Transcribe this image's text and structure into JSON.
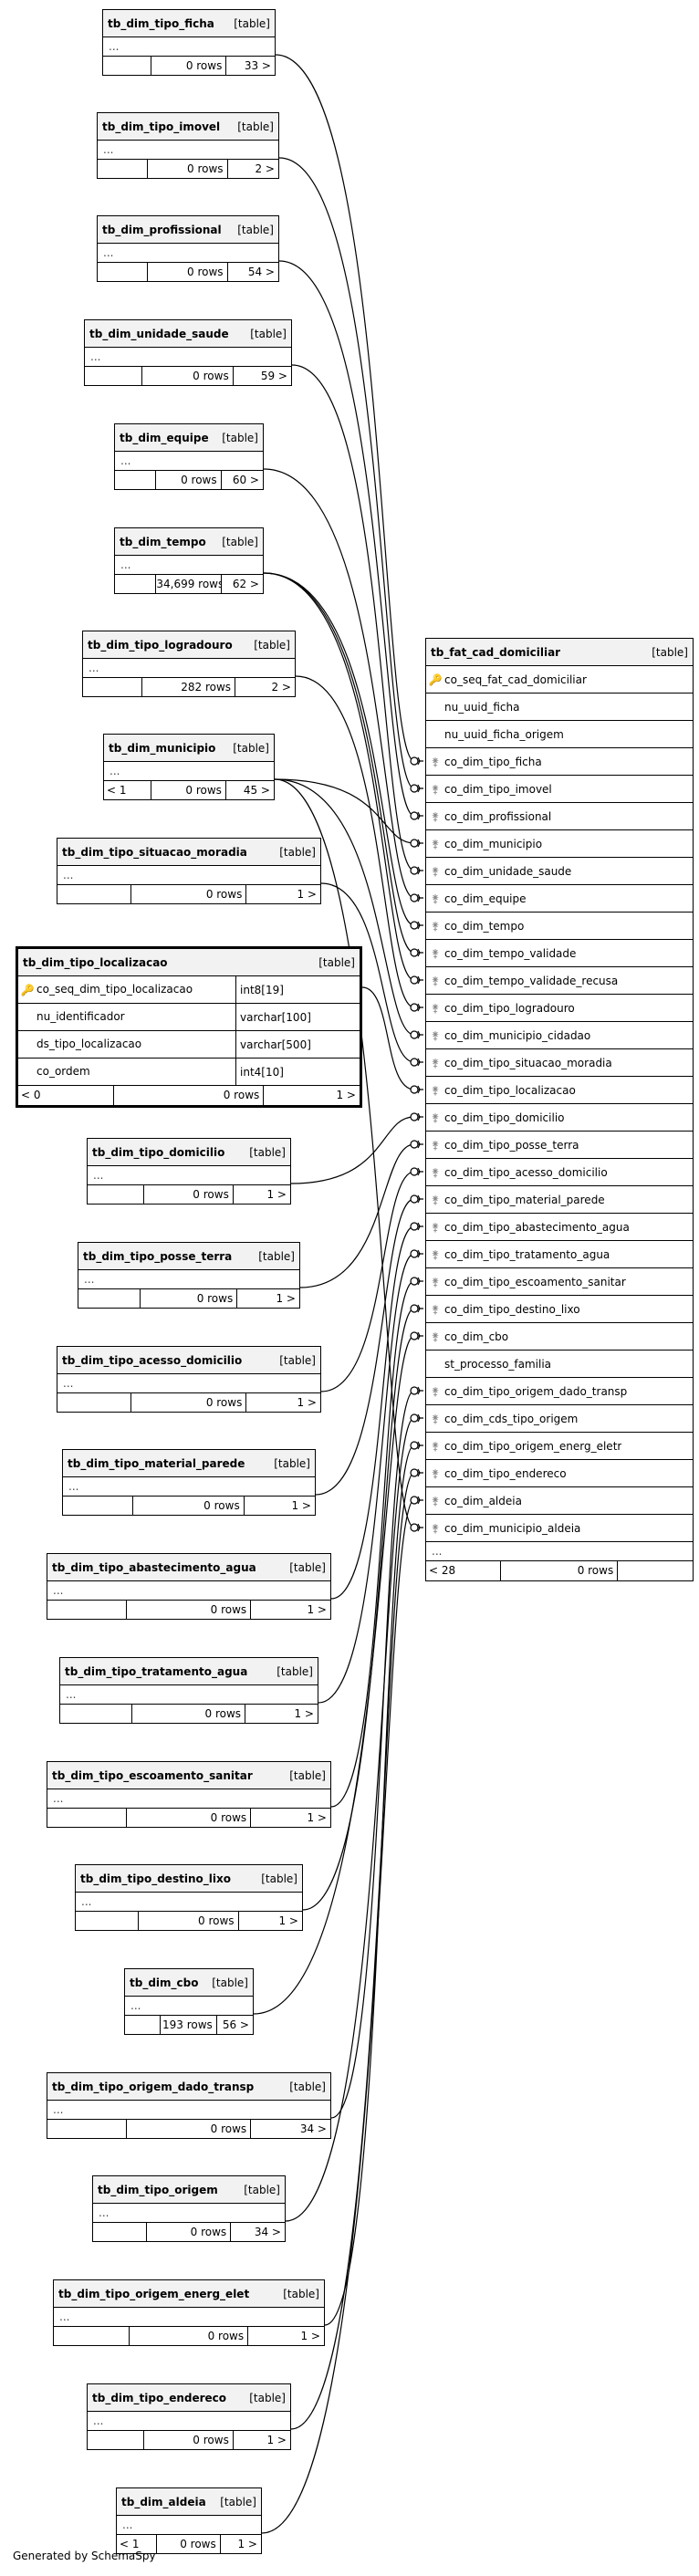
{
  "footer": {
    "generated_by": "Generated by SchemaSpy"
  },
  "dim_tables": [
    {
      "name": "tb_dim_tipo_ficha",
      "type": "[table]",
      "dots": "...",
      "parents": "",
      "rows": "0 rows",
      "children": "33 >"
    },
    {
      "name": "tb_dim_tipo_imovel",
      "type": "[table]",
      "dots": "...",
      "parents": "",
      "rows": "0 rows",
      "children": "2 >"
    },
    {
      "name": "tb_dim_profissional",
      "type": "[table]",
      "dots": "...",
      "parents": "",
      "rows": "0 rows",
      "children": "54 >"
    },
    {
      "name": "tb_dim_unidade_saude",
      "type": "[table]",
      "dots": "...",
      "parents": "",
      "rows": "0 rows",
      "children": "59 >"
    },
    {
      "name": "tb_dim_equipe",
      "type": "[table]",
      "dots": "...",
      "parents": "",
      "rows": "0 rows",
      "children": "60 >"
    },
    {
      "name": "tb_dim_tempo",
      "type": "[table]",
      "dots": "...",
      "parents": "",
      "rows": "34,699 rows",
      "children": "62 >"
    },
    {
      "name": "tb_dim_tipo_logradouro",
      "type": "[table]",
      "dots": "...",
      "parents": "",
      "rows": "282 rows",
      "children": "2 >"
    },
    {
      "name": "tb_dim_municipio",
      "type": "[table]",
      "dots": "...",
      "parents": "< 1",
      "rows": "0 rows",
      "children": "45 >"
    },
    {
      "name": "tb_dim_tipo_situacao_moradia",
      "type": "[table]",
      "dots": "...",
      "parents": "",
      "rows": "0 rows",
      "children": "1 >"
    },
    {
      "name": "tb_dim_tipo_domicilio",
      "type": "[table]",
      "dots": "...",
      "parents": "",
      "rows": "0 rows",
      "children": "1 >"
    },
    {
      "name": "tb_dim_tipo_posse_terra",
      "type": "[table]",
      "dots": "...",
      "parents": "",
      "rows": "0 rows",
      "children": "1 >"
    },
    {
      "name": "tb_dim_tipo_acesso_domicilio",
      "type": "[table]",
      "dots": "...",
      "parents": "",
      "rows": "0 rows",
      "children": "1 >"
    },
    {
      "name": "tb_dim_tipo_material_parede",
      "type": "[table]",
      "dots": "...",
      "parents": "",
      "rows": "0 rows",
      "children": "1 >"
    },
    {
      "name": "tb_dim_tipo_abastecimento_agua",
      "type": "[table]",
      "dots": "...",
      "parents": "",
      "rows": "0 rows",
      "children": "1 >"
    },
    {
      "name": "tb_dim_tipo_tratamento_agua",
      "type": "[table]",
      "dots": "...",
      "parents": "",
      "rows": "0 rows",
      "children": "1 >"
    },
    {
      "name": "tb_dim_tipo_escoamento_sanitar",
      "type": "[table]",
      "dots": "...",
      "parents": "",
      "rows": "0 rows",
      "children": "1 >"
    },
    {
      "name": "tb_dim_tipo_destino_lixo",
      "type": "[table]",
      "dots": "...",
      "parents": "",
      "rows": "0 rows",
      "children": "1 >"
    },
    {
      "name": "tb_dim_cbo",
      "type": "[table]",
      "dots": "...",
      "parents": "",
      "rows": "193 rows",
      "children": "56 >"
    },
    {
      "name": "tb_dim_tipo_origem_dado_transp",
      "type": "[table]",
      "dots": "...",
      "parents": "",
      "rows": "0 rows",
      "children": "34 >"
    },
    {
      "name": "tb_dim_tipo_origem",
      "type": "[table]",
      "dots": "...",
      "parents": "",
      "rows": "0 rows",
      "children": "34 >"
    },
    {
      "name": "tb_dim_tipo_origem_energ_elet",
      "type": "[table]",
      "dots": "...",
      "parents": "",
      "rows": "0 rows",
      "children": "1 >"
    },
    {
      "name": "tb_dim_tipo_endereco",
      "type": "[table]",
      "dots": "...",
      "parents": "",
      "rows": "0 rows",
      "children": "1 >"
    },
    {
      "name": "tb_dim_aldeia",
      "type": "[table]",
      "dots": "...",
      "parents": "< 1",
      "rows": "0 rows",
      "children": "1 >"
    }
  ],
  "localizacao": {
    "name": "tb_dim_tipo_localizacao",
    "type": "[table]",
    "columns": [
      {
        "name": "co_seq_dim_tipo_localizacao",
        "type": "int8[19]",
        "icon": "primary-key"
      },
      {
        "name": "nu_identificador",
        "type": "varchar[100]",
        "icon": ""
      },
      {
        "name": "ds_tipo_localizacao",
        "type": "varchar[500]",
        "icon": ""
      },
      {
        "name": "co_ordem",
        "type": "int4[10]",
        "icon": ""
      }
    ],
    "parents": "< 0",
    "rows": "0 rows",
    "children": "1 >"
  },
  "fact": {
    "name": "tb_fat_cad_domiciliar",
    "type": "[table]",
    "columns": [
      {
        "name": "co_seq_fat_cad_domiciliar",
        "icon": "primary-key"
      },
      {
        "name": "nu_uuid_ficha",
        "icon": ""
      },
      {
        "name": "nu_uuid_ficha_origem",
        "icon": ""
      },
      {
        "name": "co_dim_tipo_ficha",
        "icon": "foreign-key"
      },
      {
        "name": "co_dim_tipo_imovel",
        "icon": "foreign-key"
      },
      {
        "name": "co_dim_profissional",
        "icon": "foreign-key"
      },
      {
        "name": "co_dim_municipio",
        "icon": "foreign-key"
      },
      {
        "name": "co_dim_unidade_saude",
        "icon": "foreign-key"
      },
      {
        "name": "co_dim_equipe",
        "icon": "foreign-key"
      },
      {
        "name": "co_dim_tempo",
        "icon": "foreign-key"
      },
      {
        "name": "co_dim_tempo_validade",
        "icon": "foreign-key"
      },
      {
        "name": "co_dim_tempo_validade_recusa",
        "icon": "foreign-key"
      },
      {
        "name": "co_dim_tipo_logradouro",
        "icon": "foreign-key"
      },
      {
        "name": "co_dim_municipio_cidadao",
        "icon": "foreign-key"
      },
      {
        "name": "co_dim_tipo_situacao_moradia",
        "icon": "foreign-key"
      },
      {
        "name": "co_dim_tipo_localizacao",
        "icon": "foreign-key"
      },
      {
        "name": "co_dim_tipo_domicilio",
        "icon": "foreign-key"
      },
      {
        "name": "co_dim_tipo_posse_terra",
        "icon": "foreign-key"
      },
      {
        "name": "co_dim_tipo_acesso_domicilio",
        "icon": "foreign-key"
      },
      {
        "name": "co_dim_tipo_material_parede",
        "icon": "foreign-key"
      },
      {
        "name": "co_dim_tipo_abastecimento_agua",
        "icon": "foreign-key"
      },
      {
        "name": "co_dim_tipo_tratamento_agua",
        "icon": "foreign-key"
      },
      {
        "name": "co_dim_tipo_escoamento_sanitar",
        "icon": "foreign-key"
      },
      {
        "name": "co_dim_tipo_destino_lixo",
        "icon": "foreign-key"
      },
      {
        "name": "co_dim_cbo",
        "icon": "foreign-key"
      },
      {
        "name": "st_processo_familia",
        "icon": ""
      },
      {
        "name": "co_dim_tipo_origem_dado_transp",
        "icon": "foreign-key"
      },
      {
        "name": "co_dim_cds_tipo_origem",
        "icon": "foreign-key"
      },
      {
        "name": "co_dim_tipo_origem_energ_eletr",
        "icon": "foreign-key"
      },
      {
        "name": "co_dim_tipo_endereco",
        "icon": "foreign-key"
      },
      {
        "name": "co_dim_aldeia",
        "icon": "foreign-key"
      },
      {
        "name": "co_dim_municipio_aldeia",
        "icon": "foreign-key"
      }
    ],
    "dots": "...",
    "parents": "< 28",
    "rows": "0 rows",
    "children": ""
  }
}
